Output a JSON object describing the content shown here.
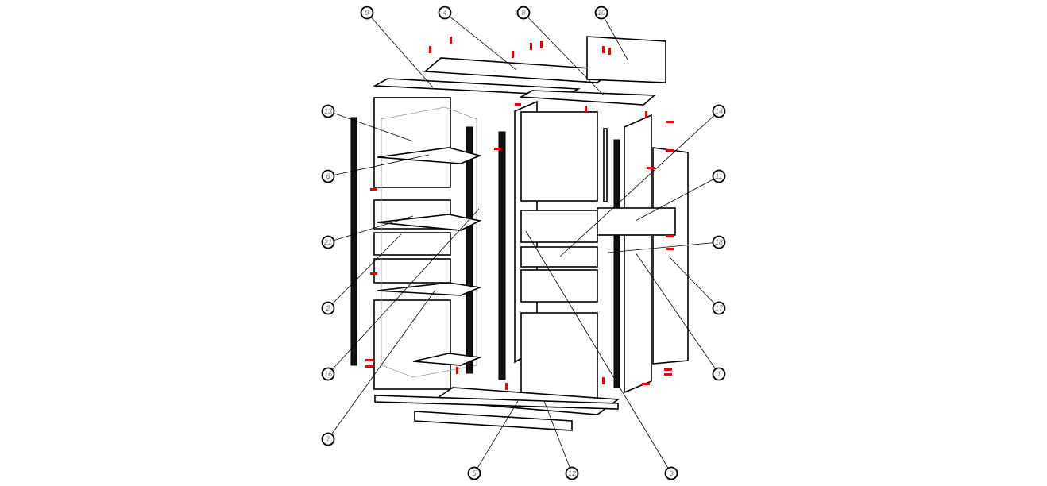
{
  "diagram": {
    "title": "",
    "callouts": [
      {
        "label": "9",
        "side": "top"
      },
      {
        "label": "4",
        "side": "top"
      },
      {
        "label": "8",
        "side": "top"
      },
      {
        "label": "10",
        "side": "top"
      },
      {
        "label": "13",
        "side": "left"
      },
      {
        "label": "6",
        "side": "left"
      },
      {
        "label": "21",
        "side": "left"
      },
      {
        "label": "2",
        "side": "left"
      },
      {
        "label": "16",
        "side": "left"
      },
      {
        "label": "7",
        "side": "left"
      },
      {
        "label": "14",
        "side": "right"
      },
      {
        "label": "11",
        "side": "right"
      },
      {
        "label": "18",
        "side": "right"
      },
      {
        "label": "17",
        "side": "right"
      },
      {
        "label": "1",
        "side": "right"
      },
      {
        "label": "5",
        "side": "bottom"
      },
      {
        "label": "12",
        "side": "bottom"
      },
      {
        "label": "3",
        "side": "bottom"
      }
    ],
    "colors": {
      "line": "#000000",
      "hardware": "#e00000",
      "label_text": "#777777"
    }
  }
}
